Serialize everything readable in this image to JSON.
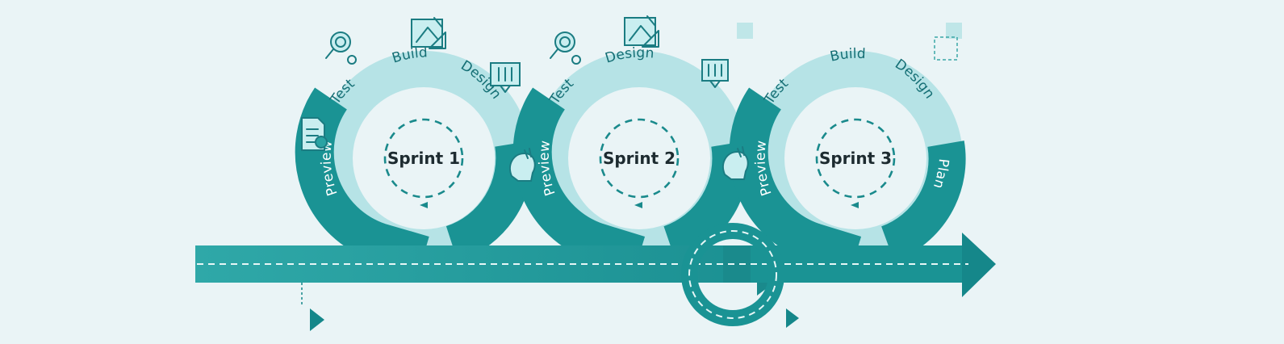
{
  "sprints": [
    {
      "title": "Sprint 1",
      "labels": {
        "top_left": "Test",
        "top": "Build",
        "top_right": "Design",
        "left": "Preview"
      }
    },
    {
      "title": "Sprint 2",
      "labels": {
        "top_left": "Test",
        "top": "Design",
        "left": "Preview"
      }
    },
    {
      "title": "Sprint 3",
      "labels": {
        "top_left": "Test",
        "top": "Build",
        "top_right": "Design",
        "left": "Preview",
        "right": "Plan"
      }
    }
  ],
  "icons": {
    "research": "magnifier-gear-icon",
    "blueprint": "blueprint-ruler-icon",
    "design": "design-monitor-icon",
    "document": "document-icon",
    "thinking": "thinking-head-icon"
  },
  "colors": {
    "background": "#eaf4f6",
    "ring_light": "#b6e3e6",
    "ring_dark": "#1a9394",
    "road": "#2aa3a3",
    "arrow": "#15878a",
    "text_dark": "#1d2b30"
  }
}
